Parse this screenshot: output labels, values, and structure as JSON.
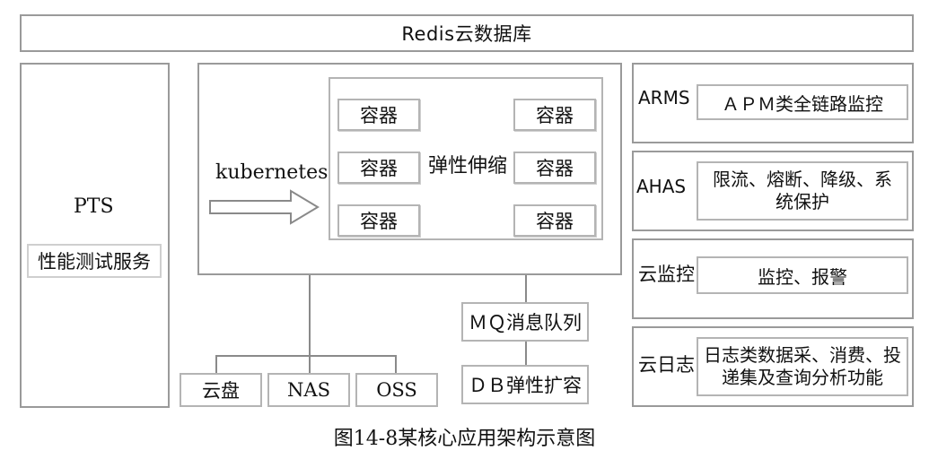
{
  "top_bar": {
    "label": "Redis云数据库"
  },
  "pts": {
    "title": "PTS",
    "subtitle": "性能测试服务"
  },
  "k8s": {
    "label": "kubernetes",
    "elastic_label": "弹性伸缩",
    "containers": [
      "容器",
      "容器",
      "容器",
      "容器",
      "容器",
      "容器"
    ]
  },
  "storage": {
    "items": [
      "云盘",
      "NAS",
      "OSS"
    ]
  },
  "mq": {
    "label": "ＭＱ消息队列"
  },
  "db": {
    "label": "ＤＢ弹性扩容"
  },
  "right_panels": [
    {
      "name": "ARMS",
      "desc": "ＡＰＭ类全链路监控"
    },
    {
      "name": "AHAS",
      "desc": "限流、熔断、降级、系统保护"
    },
    {
      "name": "云监控",
      "desc": "监控、报警"
    },
    {
      "name": "云日志",
      "desc": "日志类数据采、消费、投递集及查询分析功能"
    }
  ],
  "caption": "图14-8某核心应用架构示意图"
}
